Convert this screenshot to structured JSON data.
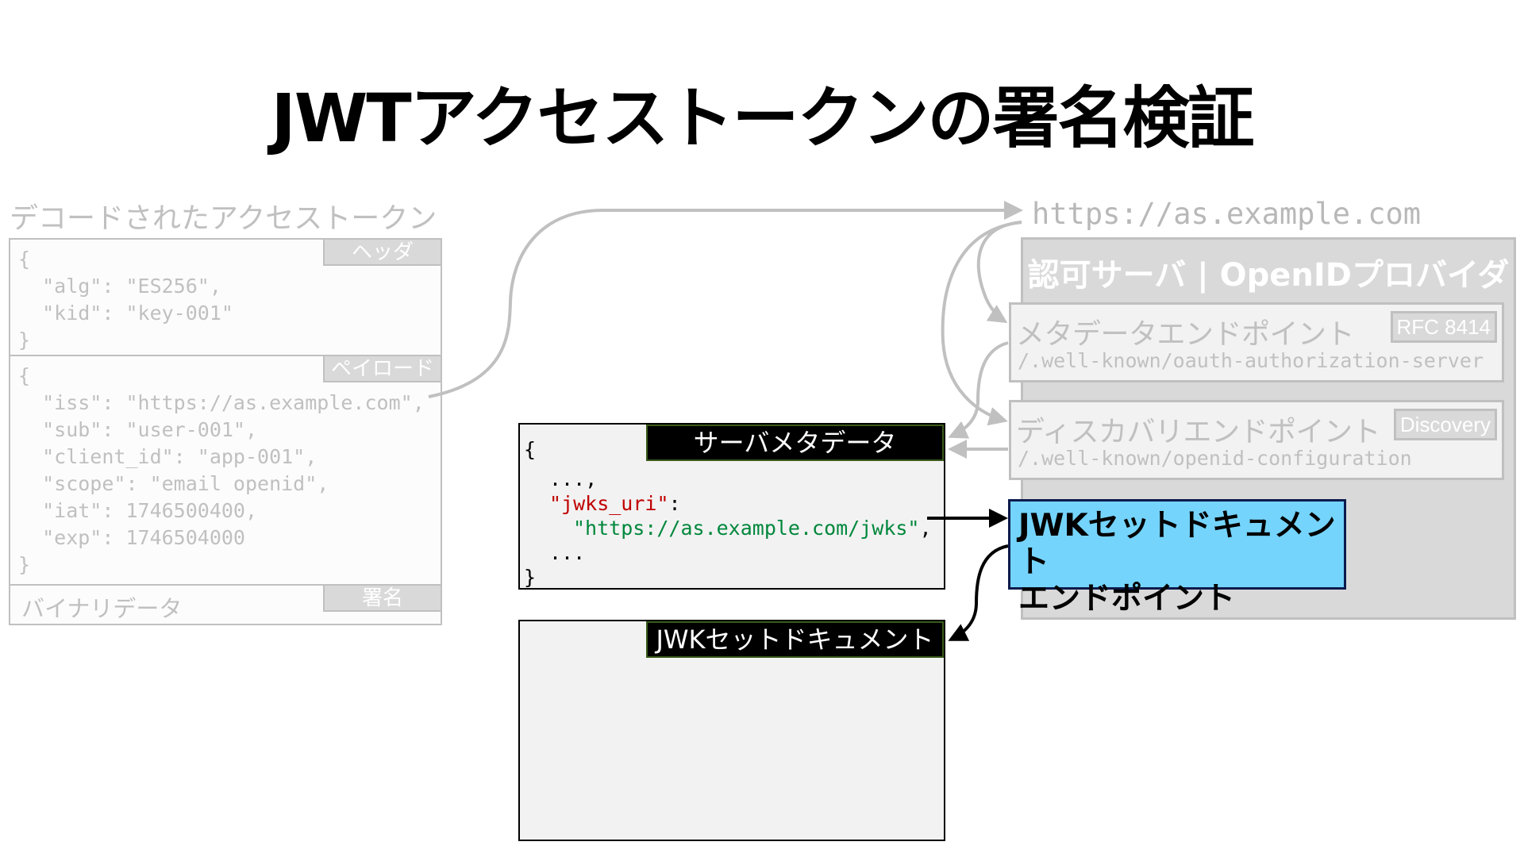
{
  "title": "JWTアクセストークンの署名検証",
  "token": {
    "heading": "デコードされたアクセストークン",
    "header": {
      "tag": "ヘッダ",
      "code": "{\n  \"alg\": \"ES256\",\n  \"kid\": \"key-001\"\n}"
    },
    "payload": {
      "tag": "ペイロード",
      "code": "{\n  \"iss\": \"https://as.example.com\",\n  \"sub\": \"user-001\",\n  \"client_id\": \"app-001\",\n  \"scope\": \"email openid\",\n  \"iat\": 1746500400,\n  \"exp\": 1746504000\n}"
    },
    "signature": {
      "tag": "署名",
      "text": "バイナリデータ"
    }
  },
  "server_metadata": {
    "label": "サーバメタデータ",
    "open": "{",
    "ellipsis1": "...,",
    "key": "\"jwks_uri\"",
    "colon": ":",
    "value": "\"https://as.example.com/jwks\"",
    "comma": ",",
    "ellipsis2": "...",
    "close": "}"
  },
  "jwk_set": {
    "label": "JWKセットドキュメント"
  },
  "issuer_url": "https://as.example.com",
  "auth_server": {
    "title": "認可サーバ | OpenIDプロバイダ",
    "metadata_endpoint": {
      "name": "メタデータエンドポイント",
      "badge": "RFC 8414",
      "path": "/.well-known/oauth-authorization-server"
    },
    "discovery_endpoint": {
      "name": "ディスカバリエンドポイント",
      "badge": "Discovery",
      "path": "/.well-known/openid-configuration"
    },
    "jwks_endpoint": {
      "line1": "JWKセットドキュメント",
      "line2": "エンドポイント"
    }
  },
  "colors": {
    "key": "#c00000",
    "value": "#00873c",
    "jwks_fill": "#75d4fb",
    "muted": "#c0c0c0"
  }
}
